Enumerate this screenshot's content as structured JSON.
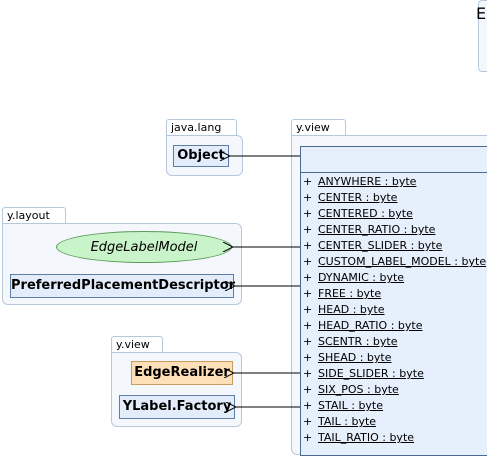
{
  "packages": {
    "java_lang": {
      "label": "java.lang",
      "classes": {
        "object": "Object"
      }
    },
    "y_view_main": {
      "label": "y.view"
    },
    "y_layout": {
      "label": "y.layout",
      "classes": {
        "edge_label_model": "EdgeLabelModel",
        "preferred_placement_descriptor": "PreferredPlacementDescriptor"
      }
    },
    "y_view_lower": {
      "label": "y.view",
      "classes": {
        "edge_realizer": "EdgeRealizer",
        "ylabel_factory": "YLabel.Factory"
      }
    }
  },
  "main_class": {
    "title": "E",
    "fields": [
      {
        "visibility": "+",
        "name": "ANYWHERE : byte"
      },
      {
        "visibility": "+",
        "name": "CENTER : byte"
      },
      {
        "visibility": "+",
        "name": "CENTERED : byte"
      },
      {
        "visibility": "+",
        "name": "CENTER_RATIO : byte"
      },
      {
        "visibility": "+",
        "name": "CENTER_SLIDER : byte"
      },
      {
        "visibility": "+",
        "name": "CUSTOM_LABEL_MODEL : byte"
      },
      {
        "visibility": "+",
        "name": "DYNAMIC : byte"
      },
      {
        "visibility": "+",
        "name": "FREE : byte"
      },
      {
        "visibility": "+",
        "name": "HEAD : byte"
      },
      {
        "visibility": "+",
        "name": "HEAD_RATIO : byte"
      },
      {
        "visibility": "+",
        "name": "SCENTR : byte"
      },
      {
        "visibility": "+",
        "name": "SHEAD : byte"
      },
      {
        "visibility": "+",
        "name": "SIDE_SLIDER : byte"
      },
      {
        "visibility": "+",
        "name": "SIX_POS : byte"
      },
      {
        "visibility": "+",
        "name": "STAIL : byte"
      },
      {
        "visibility": "+",
        "name": "TAIL : byte"
      },
      {
        "visibility": "+",
        "name": "TAIL_RATIO : byte"
      }
    ]
  },
  "colors": {
    "class_fill": "#e3ecfa",
    "interface_fill": "#c9f3c9",
    "realizer_fill": "#fde0b8",
    "package_border": "#b8c8dc"
  }
}
